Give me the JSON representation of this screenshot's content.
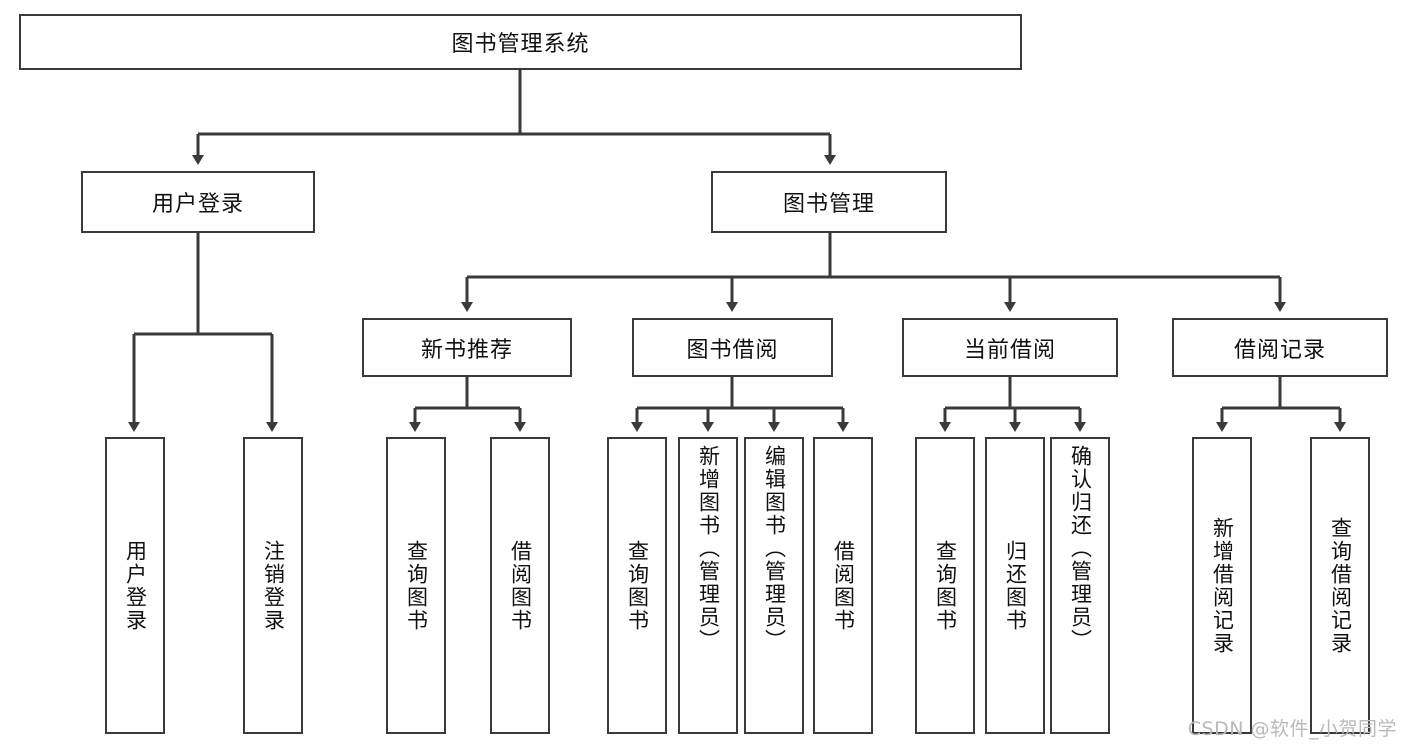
{
  "diagram": {
    "title_node": {
      "label": "图书管理系统"
    },
    "level2": [
      {
        "id": "user-login",
        "label": "用户登录"
      },
      {
        "id": "book-management",
        "label": "图书管理"
      }
    ],
    "level3": [
      {
        "id": "new-book-recommend",
        "label": "新书推荐"
      },
      {
        "id": "book-borrow",
        "label": "图书借阅"
      },
      {
        "id": "current-borrow",
        "label": "当前借阅"
      },
      {
        "id": "borrow-record",
        "label": "借阅记录"
      }
    ],
    "leaves": {
      "user_login": [
        {
          "id": "leaf-user-login",
          "label": "用户登录"
        },
        {
          "id": "leaf-logout-login",
          "label": "注销登录"
        }
      ],
      "new_book_recommend": [
        {
          "id": "leaf-query-book-1",
          "label": "查询图书"
        },
        {
          "id": "leaf-borrow-book-1",
          "label": "借阅图书"
        }
      ],
      "book_borrow": [
        {
          "id": "leaf-query-book-2",
          "label": "查询图书"
        },
        {
          "id": "leaf-add-book",
          "label": "新增图书（管理员）"
        },
        {
          "id": "leaf-edit-book",
          "label": "编辑图书（管理员）"
        },
        {
          "id": "leaf-borrow-book-2",
          "label": "借阅图书"
        }
      ],
      "current_borrow": [
        {
          "id": "leaf-query-book-3",
          "label": "查询图书"
        },
        {
          "id": "leaf-return-book",
          "label": "归还图书"
        },
        {
          "id": "leaf-confirm-return",
          "label": "确认归还（管理员）"
        }
      ],
      "borrow_record": [
        {
          "id": "leaf-add-borrow-record",
          "label": "新增借阅记录"
        },
        {
          "id": "leaf-query-borrow-record",
          "label": "查询借阅记录"
        }
      ]
    },
    "watermark": "CSDN @软件_小贺同学",
    "colors": {
      "stroke": "#3a3a3a",
      "background": "#ffffff",
      "text": "#111111",
      "watermark": "#b9b9b9"
    }
  }
}
